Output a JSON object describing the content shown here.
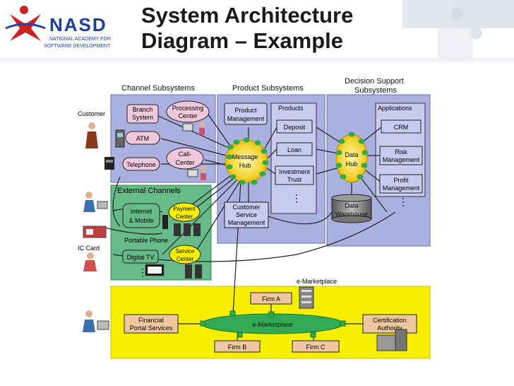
{
  "header": {
    "logo_text": "NASD",
    "logo_subtitle_line1": "NATIONAL ACADEMY FOR",
    "logo_subtitle_line2": "SOFTWARE DEVELOPMENT",
    "title_line1": "System Architecture",
    "title_line2": "Diagram – Example"
  },
  "diagram": {
    "section_channel": "Channel Subsystems",
    "section_product": "Product Subsystems",
    "section_decision_l1": "Decision Support",
    "section_decision_l2": "Subsystems",
    "customer": "Customer",
    "branch_l1": "Branch",
    "branch_l2": "System",
    "processing_l1": "Processing",
    "processing_l2": "Center",
    "atm": "ATM",
    "call_l1": "Call-",
    "call_l2": "Center",
    "telephone": "Telephone",
    "product_mgmt_l1": "Product",
    "product_mgmt_l2": "Management",
    "products": "Products",
    "deposit": "Deposit",
    "loan": "Loan",
    "investment_l1": "Investment",
    "investment_l2": "Trust",
    "message_hub_l1": "Message",
    "message_hub_l2": "Hub",
    "customer_service_l1": "Customer",
    "customer_service_l2": "Service",
    "customer_service_l3": "Management",
    "data_hub_l1": "Data",
    "data_hub_l2": "Hub",
    "data_warehouse_l1": "Data",
    "data_warehouse_l2": "Warehouse",
    "applications": "Applications",
    "crm": "CRM",
    "risk_l1": "Risk",
    "risk_l2": "Management",
    "profit_l1": "Profit",
    "profit_l2": "Management",
    "external_channels": "External Channels",
    "internet_l1": "Internet",
    "internet_l2": "& Mobile",
    "payment_l1": "Payment",
    "payment_l2": "Center",
    "portable_phone": "Portable Phone",
    "digital_tv": "Digital TV",
    "service_l1": "Service",
    "service_l2": "Center",
    "ic_card": "IC Card",
    "emarketplace_label": "e-Marketplace",
    "firm_a": "Firm A",
    "firm_b": "Firm B",
    "firm_c": "Firm C",
    "emarketplace_hub": "e-Marketplace",
    "financial_l1": "Financial",
    "financial_l2": "Portal Services",
    "cert_l1": "Certification",
    "cert_l2": "Authority",
    "ellipsis": "⋮"
  },
  "colors": {
    "lavender_panel": "#aab0e0",
    "green_panel": "#66bb88",
    "yellow_panel": "#f6f000",
    "hub_yellow": "#f3d430",
    "node_green": "#33aa44"
  }
}
